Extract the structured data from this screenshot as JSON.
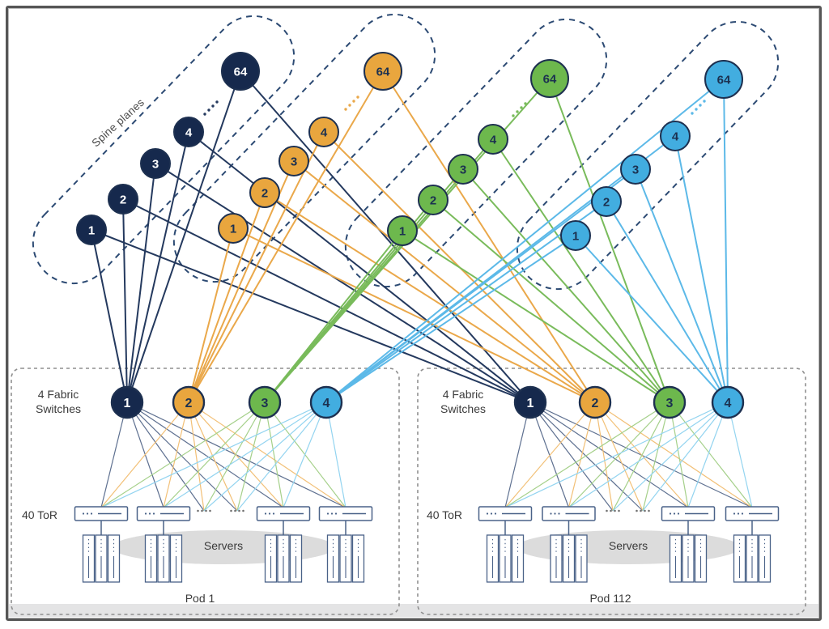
{
  "spine": {
    "label": "Spine planes",
    "planes": [
      {
        "name": "spine-plane-1",
        "color_name": "navy",
        "nodes": [
          "1",
          "2",
          "3",
          "4",
          "64"
        ]
      },
      {
        "name": "spine-plane-2",
        "color_name": "orange",
        "nodes": [
          "1",
          "2",
          "3",
          "4",
          "64"
        ]
      },
      {
        "name": "spine-plane-3",
        "color_name": "green",
        "nodes": [
          "1",
          "2",
          "3",
          "4",
          "64"
        ]
      },
      {
        "name": "spine-plane-4",
        "color_name": "blue",
        "nodes": [
          "1",
          "2",
          "3",
          "4",
          "64"
        ]
      }
    ]
  },
  "pods": [
    {
      "name": "Pod 1",
      "fabric_switches_label": "4 Fabric Switches",
      "tor_label": "40 ToR",
      "servers_label": "Servers",
      "fabric_switches": [
        "1",
        "2",
        "3",
        "4"
      ]
    },
    {
      "name": "Pod 112",
      "fabric_switches_label": "4 Fabric Switches",
      "tor_label": "40 ToR",
      "servers_label": "Servers",
      "fabric_switches": [
        "1",
        "2",
        "3",
        "4"
      ]
    }
  ],
  "colors": {
    "plane_palette": [
      {
        "node": "#16294d",
        "line": "#24395e",
        "fan": "#5e7090",
        "text": "#ffffff"
      },
      {
        "node": "#e9a63e",
        "line": "#eaa84a",
        "fan": "#f2c077",
        "text": "#1c3150"
      },
      {
        "node": "#6db84d",
        "line": "#79bb5b",
        "fan": "#a5d08a",
        "text": "#1c3150"
      },
      {
        "node": "#42ade0",
        "line": "#5cb9e8",
        "fan": "#93d4f0",
        "text": "#1c3150"
      }
    ],
    "capsule_stroke": "#2c4a73",
    "pod_border": "#8f8f8f",
    "tor_stroke": "#4a6288",
    "band": "#e4e4e5",
    "ellipse": "#dcdcdc",
    "label_text": "#3b3b3b"
  }
}
